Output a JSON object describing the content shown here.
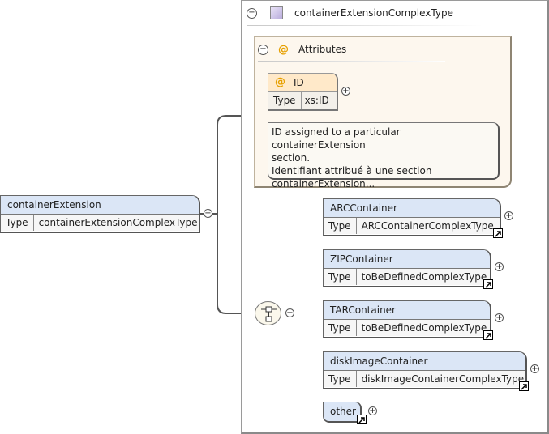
{
  "complex_type": {
    "title": "containerExtensionComplexType"
  },
  "attributes": {
    "title": "Attributes",
    "id_attr": {
      "name": "ID",
      "type_key": "Type",
      "type_value": "xs:ID"
    },
    "doc_lines": [
      "ID assigned to a particular containerExtension",
      "section.",
      "Identifiant attribué à une section",
      "containerExtension..."
    ]
  },
  "root": {
    "name": "containerExtension",
    "type_key": "Type",
    "type_value": "containerExtensionComplexType"
  },
  "children": [
    {
      "name": "ARCContainer",
      "type_key": "Type",
      "type_value": "ARCContainerComplexType"
    },
    {
      "name": "ZIPContainer",
      "type_key": "Type",
      "type_value": "toBeDefinedComplexType"
    },
    {
      "name": "TARContainer",
      "type_key": "Type",
      "type_value": "toBeDefinedComplexType"
    },
    {
      "name": "diskImageContainer",
      "type_key": "Type",
      "type_value": "diskImageContainerComplexType"
    }
  ],
  "other": {
    "label": "other"
  },
  "icons": {
    "at": "@",
    "collapse": "−",
    "expand": "+"
  },
  "colors": {
    "element_header": "#dbe6f6",
    "attribute_header": "#ffe9c9",
    "attributes_bg": "#fdf7ee",
    "at_symbol": "#e6a000"
  }
}
